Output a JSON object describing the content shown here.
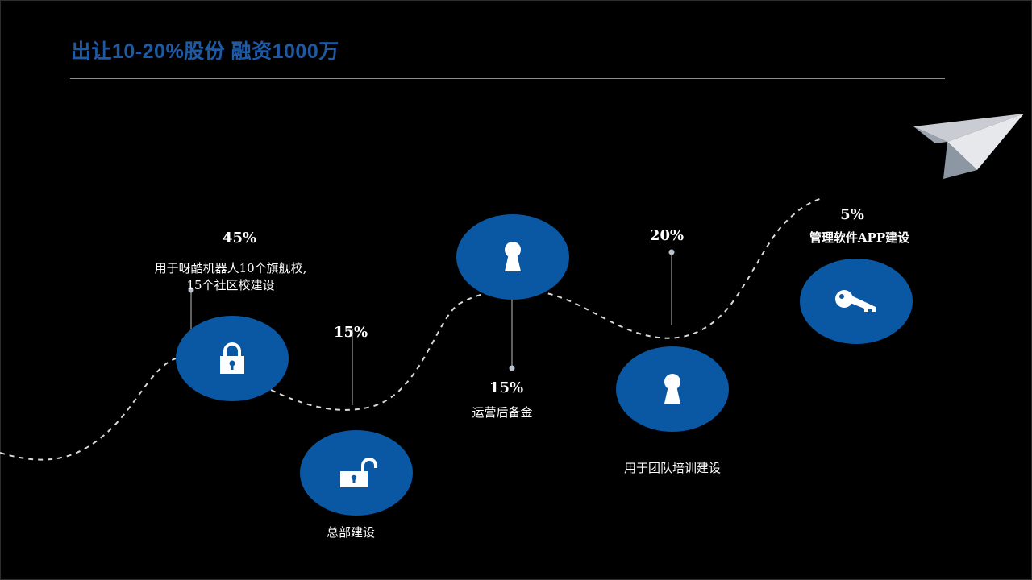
{
  "title": "出让10-20%股份 融资1000万",
  "items": [
    {
      "percent": "45%",
      "label_line1": "用于呀酷机器人10个旗舰校,",
      "label_line2": "15个社区校建设",
      "icon": "lock-icon"
    },
    {
      "percent": "15%",
      "label": "总部建设",
      "icon": "unlock-icon"
    },
    {
      "percent": "15%",
      "label": "运营后备金",
      "icon": "keyhole-icon"
    },
    {
      "percent": "20%",
      "label": "用于团队培训建设",
      "icon": "keyhole-icon"
    },
    {
      "percent": "5%",
      "label": "管理软件APP建设",
      "icon": "key-icon"
    }
  ],
  "colors": {
    "accent": "#0a58a3",
    "title": "#1d5aa6",
    "background": "#000000"
  }
}
